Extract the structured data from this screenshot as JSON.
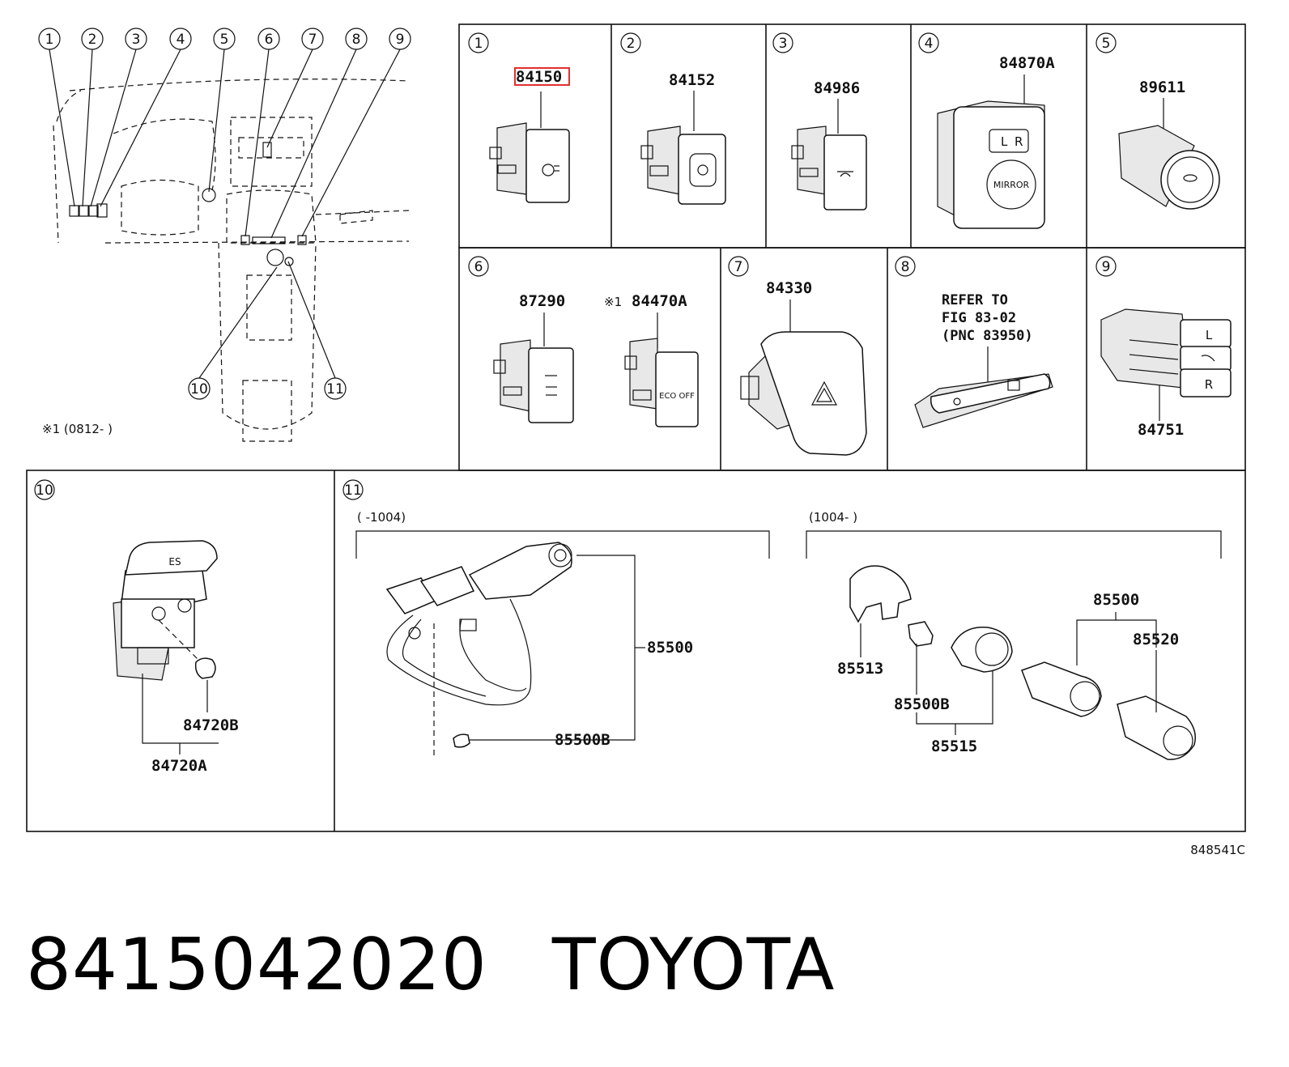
{
  "panels": {
    "p1": {
      "num": "1",
      "part": "84150"
    },
    "p2": {
      "num": "2",
      "part": "84152"
    },
    "p3": {
      "num": "3",
      "part": "84986"
    },
    "p4": {
      "num": "4",
      "part": "84870A"
    },
    "p5": {
      "num": "5",
      "part": "89611"
    },
    "p6": {
      "num": "6",
      "part_a": "87290",
      "part_b": "84470A",
      "note_mark": "※1"
    },
    "p7": {
      "num": "7",
      "part": "84330"
    },
    "p8": {
      "num": "8",
      "refer_line1": "REFER TO",
      "refer_line2": "FIG 83-02",
      "refer_line3": "(PNC 83950)"
    },
    "p9": {
      "num": "9",
      "part": "84751"
    },
    "p10": {
      "num": "10",
      "part_a": "84720B",
      "part_b": "84720A"
    },
    "p11": {
      "num": "11",
      "range_left": "(      -1004)",
      "range_right": "(1004-      )",
      "parts_left": [
        "85500",
        "85500B"
      ],
      "parts_right": [
        "85500",
        "85520",
        "85513",
        "85500B",
        "85515"
      ]
    }
  },
  "overview": {
    "callouts": [
      "1",
      "2",
      "3",
      "4",
      "5",
      "6",
      "7",
      "8",
      "9",
      "10",
      "11"
    ],
    "footnote": "※1 (0812-     )"
  },
  "switch_text": {
    "mirror_l": "L",
    "mirror_r": "R",
    "mirror": "MIRROR",
    "seat_l": "L",
    "seat_r": "R",
    "eco_off": "ECO OFF",
    "es": "ES"
  },
  "figure_code": "848541C",
  "footer": {
    "part_number": "8415042020",
    "brand": "TOYOTA"
  },
  "highlight_color": "#e03030"
}
